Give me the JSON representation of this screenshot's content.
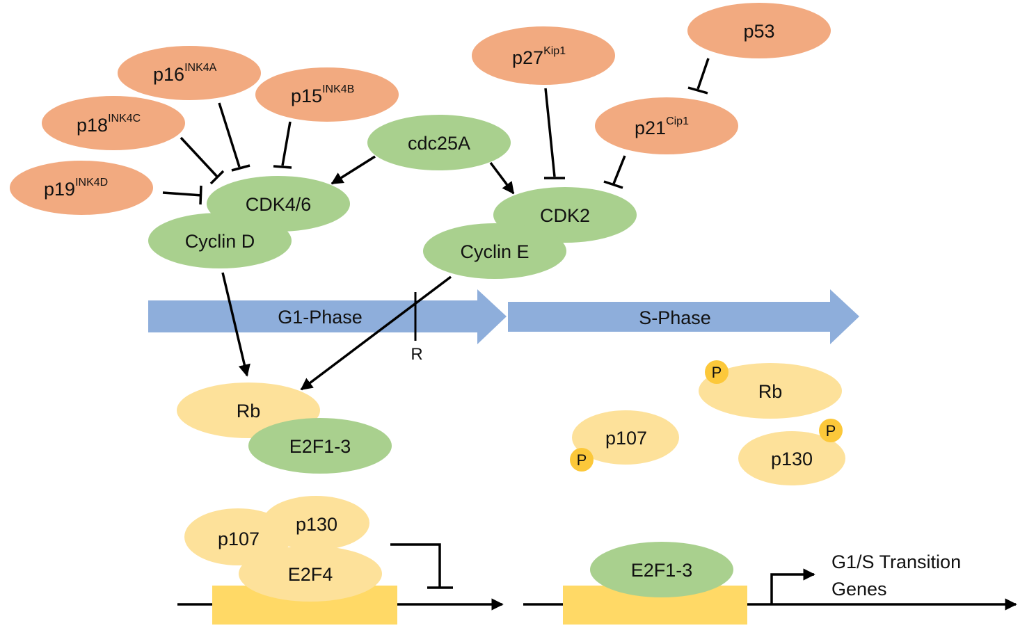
{
  "colors": {
    "inhibitor": "#f2aa80",
    "green": "#a9d08e",
    "yellow": "#fde19a",
    "phosphate": "#fcc83a",
    "arrow_band": "#8eaedb",
    "gene_box": "#ffd966",
    "line": "#000000"
  },
  "inhibitors": {
    "p16": {
      "base": "p16",
      "sup": "INK4A"
    },
    "p15": {
      "base": "p15",
      "sup": "INK4B"
    },
    "p18": {
      "base": "p18",
      "sup": "INK4C"
    },
    "p19": {
      "base": "p19",
      "sup": "INK4D"
    },
    "p27": {
      "base": "p27",
      "sup": "Kip1"
    },
    "p21": {
      "base": "p21",
      "sup": "Cip1"
    },
    "p53": "p53"
  },
  "complexes": {
    "cdk46": "CDK4/6",
    "cyclin_d": "Cyclin D",
    "cdc25a": "cdc25A",
    "cdk2": "CDK2",
    "cyclin_e": "Cyclin E",
    "rb": "Rb",
    "e2f13": "E2F1-3"
  },
  "phases": {
    "g1": "G1-Phase",
    "s": "S-Phase",
    "restriction": "R"
  },
  "phosphorylated": {
    "rb": "Rb",
    "p107": "p107",
    "p130": "p130",
    "p_marker": "P"
  },
  "repressor": {
    "p107": "p107",
    "p130": "p130",
    "e2f4": "E2F4"
  },
  "activator": {
    "e2f13": "E2F1-3",
    "genes_line1": "G1/S Transition",
    "genes_line2": "Genes"
  }
}
